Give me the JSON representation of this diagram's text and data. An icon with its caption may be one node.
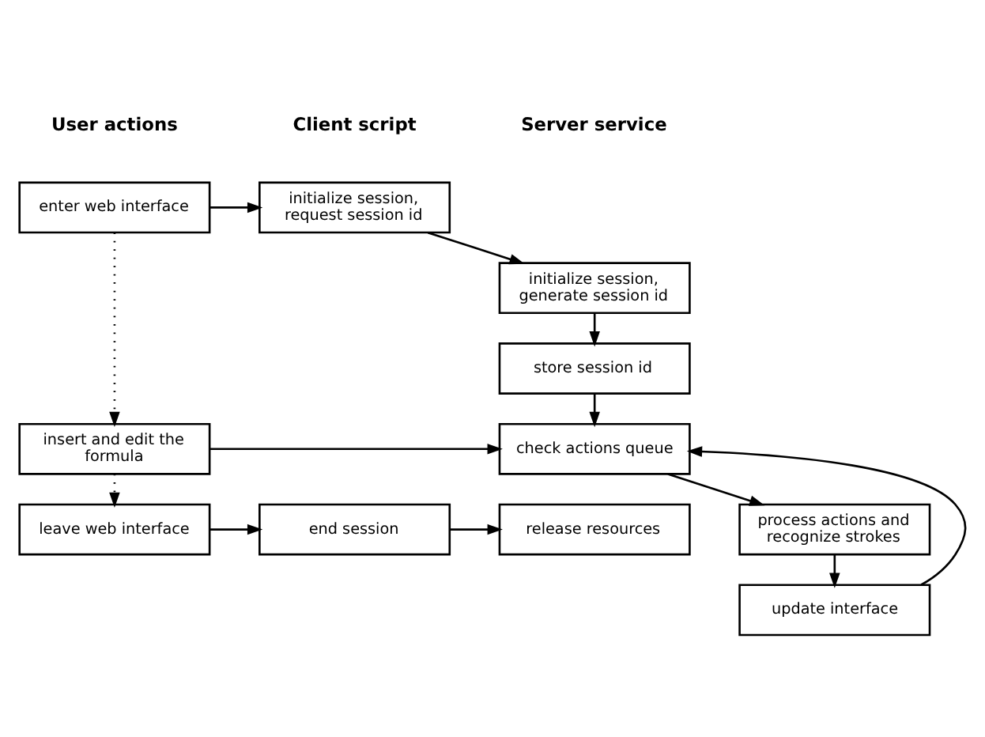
{
  "diagram": {
    "nodes": [
      {
        "text": [
          "enter web interface"
        ]
      },
      {
        "text": [
          "initialize session, request session id"
        ]
      },
      {
        "text": [
          "initialize session, generate session id"
        ]
      },
      {
        "text": [
          "store session id"
        ]
      },
      {
        "text": [
          "insert and edit the formula"
        ]
      },
      {
        "text": [
          "check actions queue"
        ]
      },
      {
        "text": [
          "process actions and recognize strokes"
        ]
      },
      {
        "text": [
          "update interface"
        ]
      },
      {
        "text": [
          "leave web interface"
        ]
      },
      {
        "text": [
          "end session"
        ]
      },
      {
        "text": [
          "release resources"
        ]
      }
    ],
    "edges": [
      {
        "from": 0,
        "to": 1,
        "arrow": "to"
      },
      {
        "from": 1,
        "to": 2,
        "arrow": "to"
      },
      {
        "from": 2,
        "to": 3,
        "arrow": "to"
      },
      {
        "from": 3,
        "to": 5,
        "arrow": "to"
      },
      {
        "from": 0,
        "to": 4,
        "arrow": "to",
        "style": "dashed"
      },
      {
        "from": 4,
        "to": 5,
        "arrow": "to"
      },
      {
        "from": 5,
        "to": 6,
        "arrow": "to"
      },
      {
        "from": 6,
        "to": 7,
        "arrow": "to"
      },
      {
        "from": 7,
        "to": 5,
        "arrow": "to"
      },
      {
        "from": 4,
        "to": 8,
        "arrow": "to",
        "style": "dashed"
      },
      {
        "from": 8,
        "to": 9,
        "arrow": "to"
      },
      {
        "from": 9,
        "to": 10,
        "arrow": "to"
      }
    ],
    "labels": [
      "User actions",
      "Client script",
      "Server service"
    ]
  }
}
